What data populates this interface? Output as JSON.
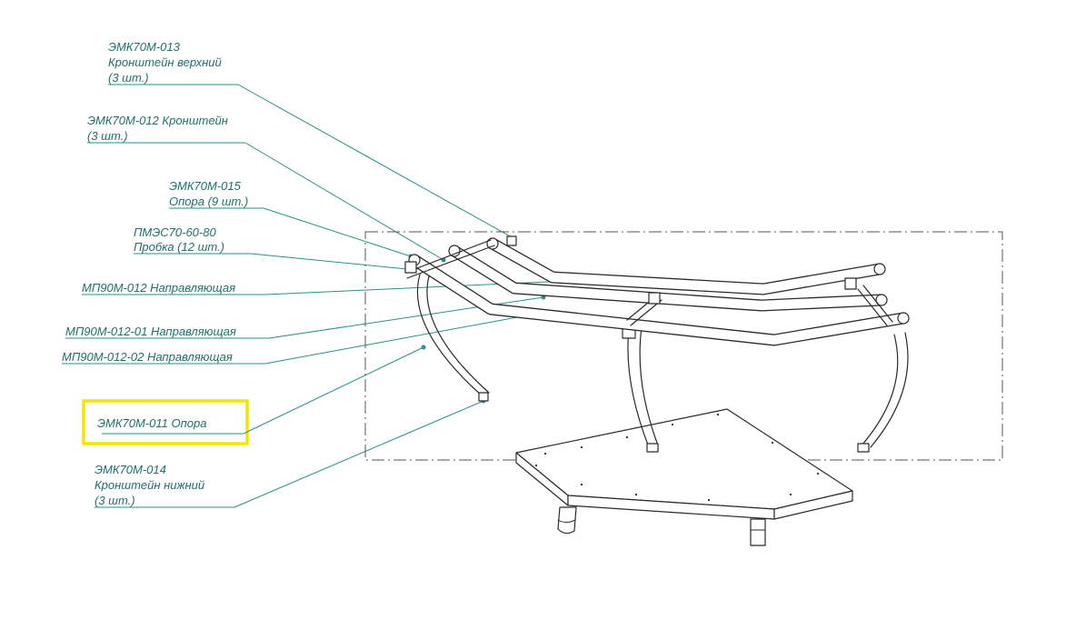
{
  "callouts": {
    "bracket_upper": {
      "code": "ЭМК70М-013",
      "name": "Кронштейн верхний",
      "qty": "(3 шт.)"
    },
    "bracket": {
      "line1": "ЭМК70М-012 Кронштейн",
      "qty": "(3 шт.)"
    },
    "support_small": {
      "code": "ЭМК70М-015",
      "name": "Опора (9 шт.)"
    },
    "plug": {
      "code": "ПМЭС70-60-80",
      "name": "Пробка (12 шт.)"
    },
    "guide": {
      "text": "МП90М-012 Направляющая"
    },
    "guide_01": {
      "text": "МП90М-012-01 Направляющая"
    },
    "guide_02": {
      "text": "МП90М-012-02 Направляющая"
    },
    "support": {
      "text": "ЭМК70М-011 Опора",
      "highlight_color": "#f2e600"
    },
    "bracket_lower": {
      "code": "ЭМК70М-014",
      "name": "Кронштейн нижний",
      "qty": "(3 шт.)"
    }
  },
  "colors": {
    "callout_text": "#1f6f6c",
    "leader_line": "#2a8f8a",
    "drawing_ink": "#2b2b2b"
  }
}
